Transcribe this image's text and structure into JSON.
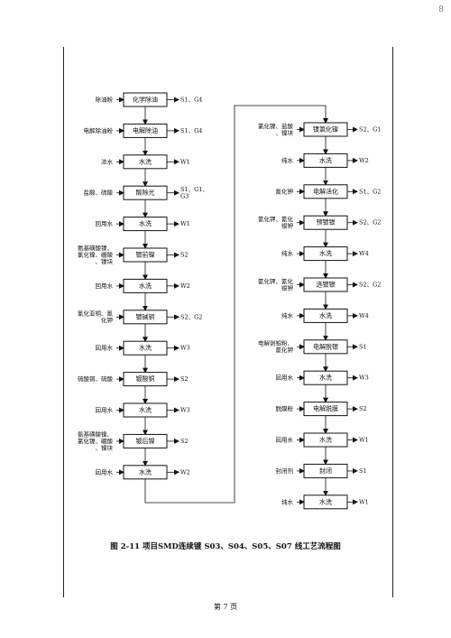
{
  "corner_mark": "8",
  "caption": "图 2-11  项目SMD连续镀 S03、S04、S05、S07 线工艺流程图",
  "page_number": "第 7 页",
  "left_column": [
    {
      "step": "化学除油",
      "input": "除油粉",
      "output": "S1、G4"
    },
    {
      "step": "电解除油",
      "input": "电解除油粉",
      "output": "S1、G4"
    },
    {
      "step": "水洗",
      "input": "浓水",
      "output": "W1"
    },
    {
      "step": "酸除光",
      "input": "盐酸、硫酸",
      "output": "S1、G1、G3"
    },
    {
      "step": "水洗",
      "input": "回用水",
      "output": "W1"
    },
    {
      "step": "镀前镍",
      "input": "氨基磺酸镍、氯化镍、硼酸、镍块",
      "output": "S2"
    },
    {
      "step": "水洗",
      "input": "回用水",
      "output": "W2"
    },
    {
      "step": "镀碱铜",
      "input": "氰化亚铜、氰化钾",
      "output": "S2、G2"
    },
    {
      "step": "水洗",
      "input": "回用水",
      "output": "W3"
    },
    {
      "step": "镀酸铜",
      "input": "硫酸铜、硫酸",
      "output": "S2"
    },
    {
      "step": "水洗",
      "input": "回用水",
      "output": "W3"
    },
    {
      "step": "镀后镍",
      "input": "氨基磺酸镍、氯化镍、硼酸、镍块",
      "output": "S2"
    },
    {
      "step": "水洗",
      "input": "回用水",
      "output": "W2"
    }
  ],
  "right_column": [
    {
      "step": "镀氯化镍",
      "input": "氯化镍、盐酸、镍块",
      "output": "S2、G1"
    },
    {
      "step": "水洗",
      "input": "纯水",
      "output": "W2"
    },
    {
      "step": "电解活化",
      "input": "氰化钾",
      "output": "S1、G2"
    },
    {
      "step": "预镀银",
      "input": "氰化钾、氰化银钾",
      "output": "S2、G2"
    },
    {
      "step": "水洗",
      "input": "纯水",
      "output": "W4"
    },
    {
      "step": "选镀银",
      "input": "氰化钾、氰化银钾",
      "output": "S2、G2"
    },
    {
      "step": "水洗",
      "input": "纯水",
      "output": "W4"
    },
    {
      "step": "电解脱银",
      "input": "电解剥银粉、氰化钾",
      "output": "S1"
    },
    {
      "step": "水洗",
      "input": "回用水",
      "output": "W3"
    },
    {
      "step": "电解脱膜",
      "input": "脱膜粉",
      "output": "S2"
    },
    {
      "step": "水洗",
      "input": "回用水",
      "output": "W1"
    },
    {
      "step": "封闭",
      "input": "封闭剂",
      "output": "S1"
    },
    {
      "step": "水洗",
      "input": "纯水",
      "output": "W1"
    }
  ]
}
